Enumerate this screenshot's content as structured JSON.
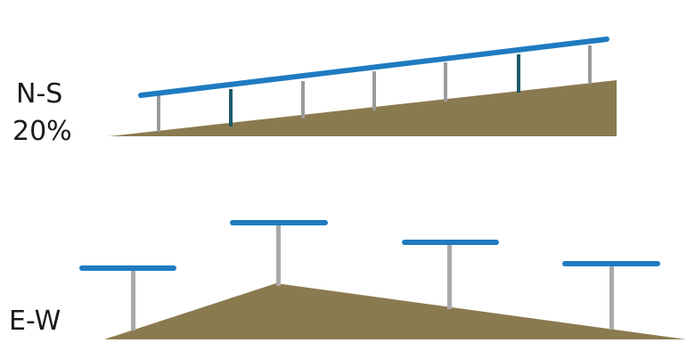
{
  "ns": {
    "direction": "N-S",
    "slope": "20%",
    "ground_color": "#8a7a4f",
    "beam_color": "#1f7bc0",
    "post_color": "#9a9a9a",
    "dark_post_color": "#1d5b6c"
  },
  "ew": {
    "direction": "E-W",
    "ground_color": "#8a7a4f",
    "panel_color": "#1f7bc0",
    "post_color": "#a9a9a9"
  }
}
